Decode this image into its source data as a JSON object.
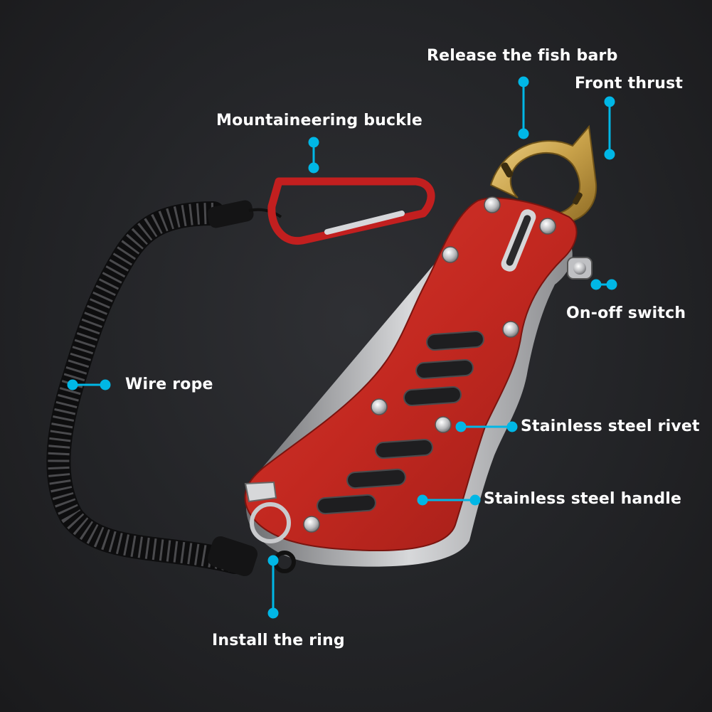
{
  "labels": {
    "release_barb": "Release the fish barb",
    "front_thrust": "Front thrust",
    "mountaineering_buckle": "Mountaineering buckle",
    "on_off_switch": "On-off switch",
    "wire_rope": "Wire rope",
    "stainless_rivet": "Stainless steel rivet",
    "stainless_handle": "Stainless steel handle",
    "install_ring": "Install the ring"
  },
  "colors": {
    "callout": "#00b7e6",
    "handle_red": "#c42a22",
    "brass": "#c9a24a",
    "background": "#232427"
  }
}
